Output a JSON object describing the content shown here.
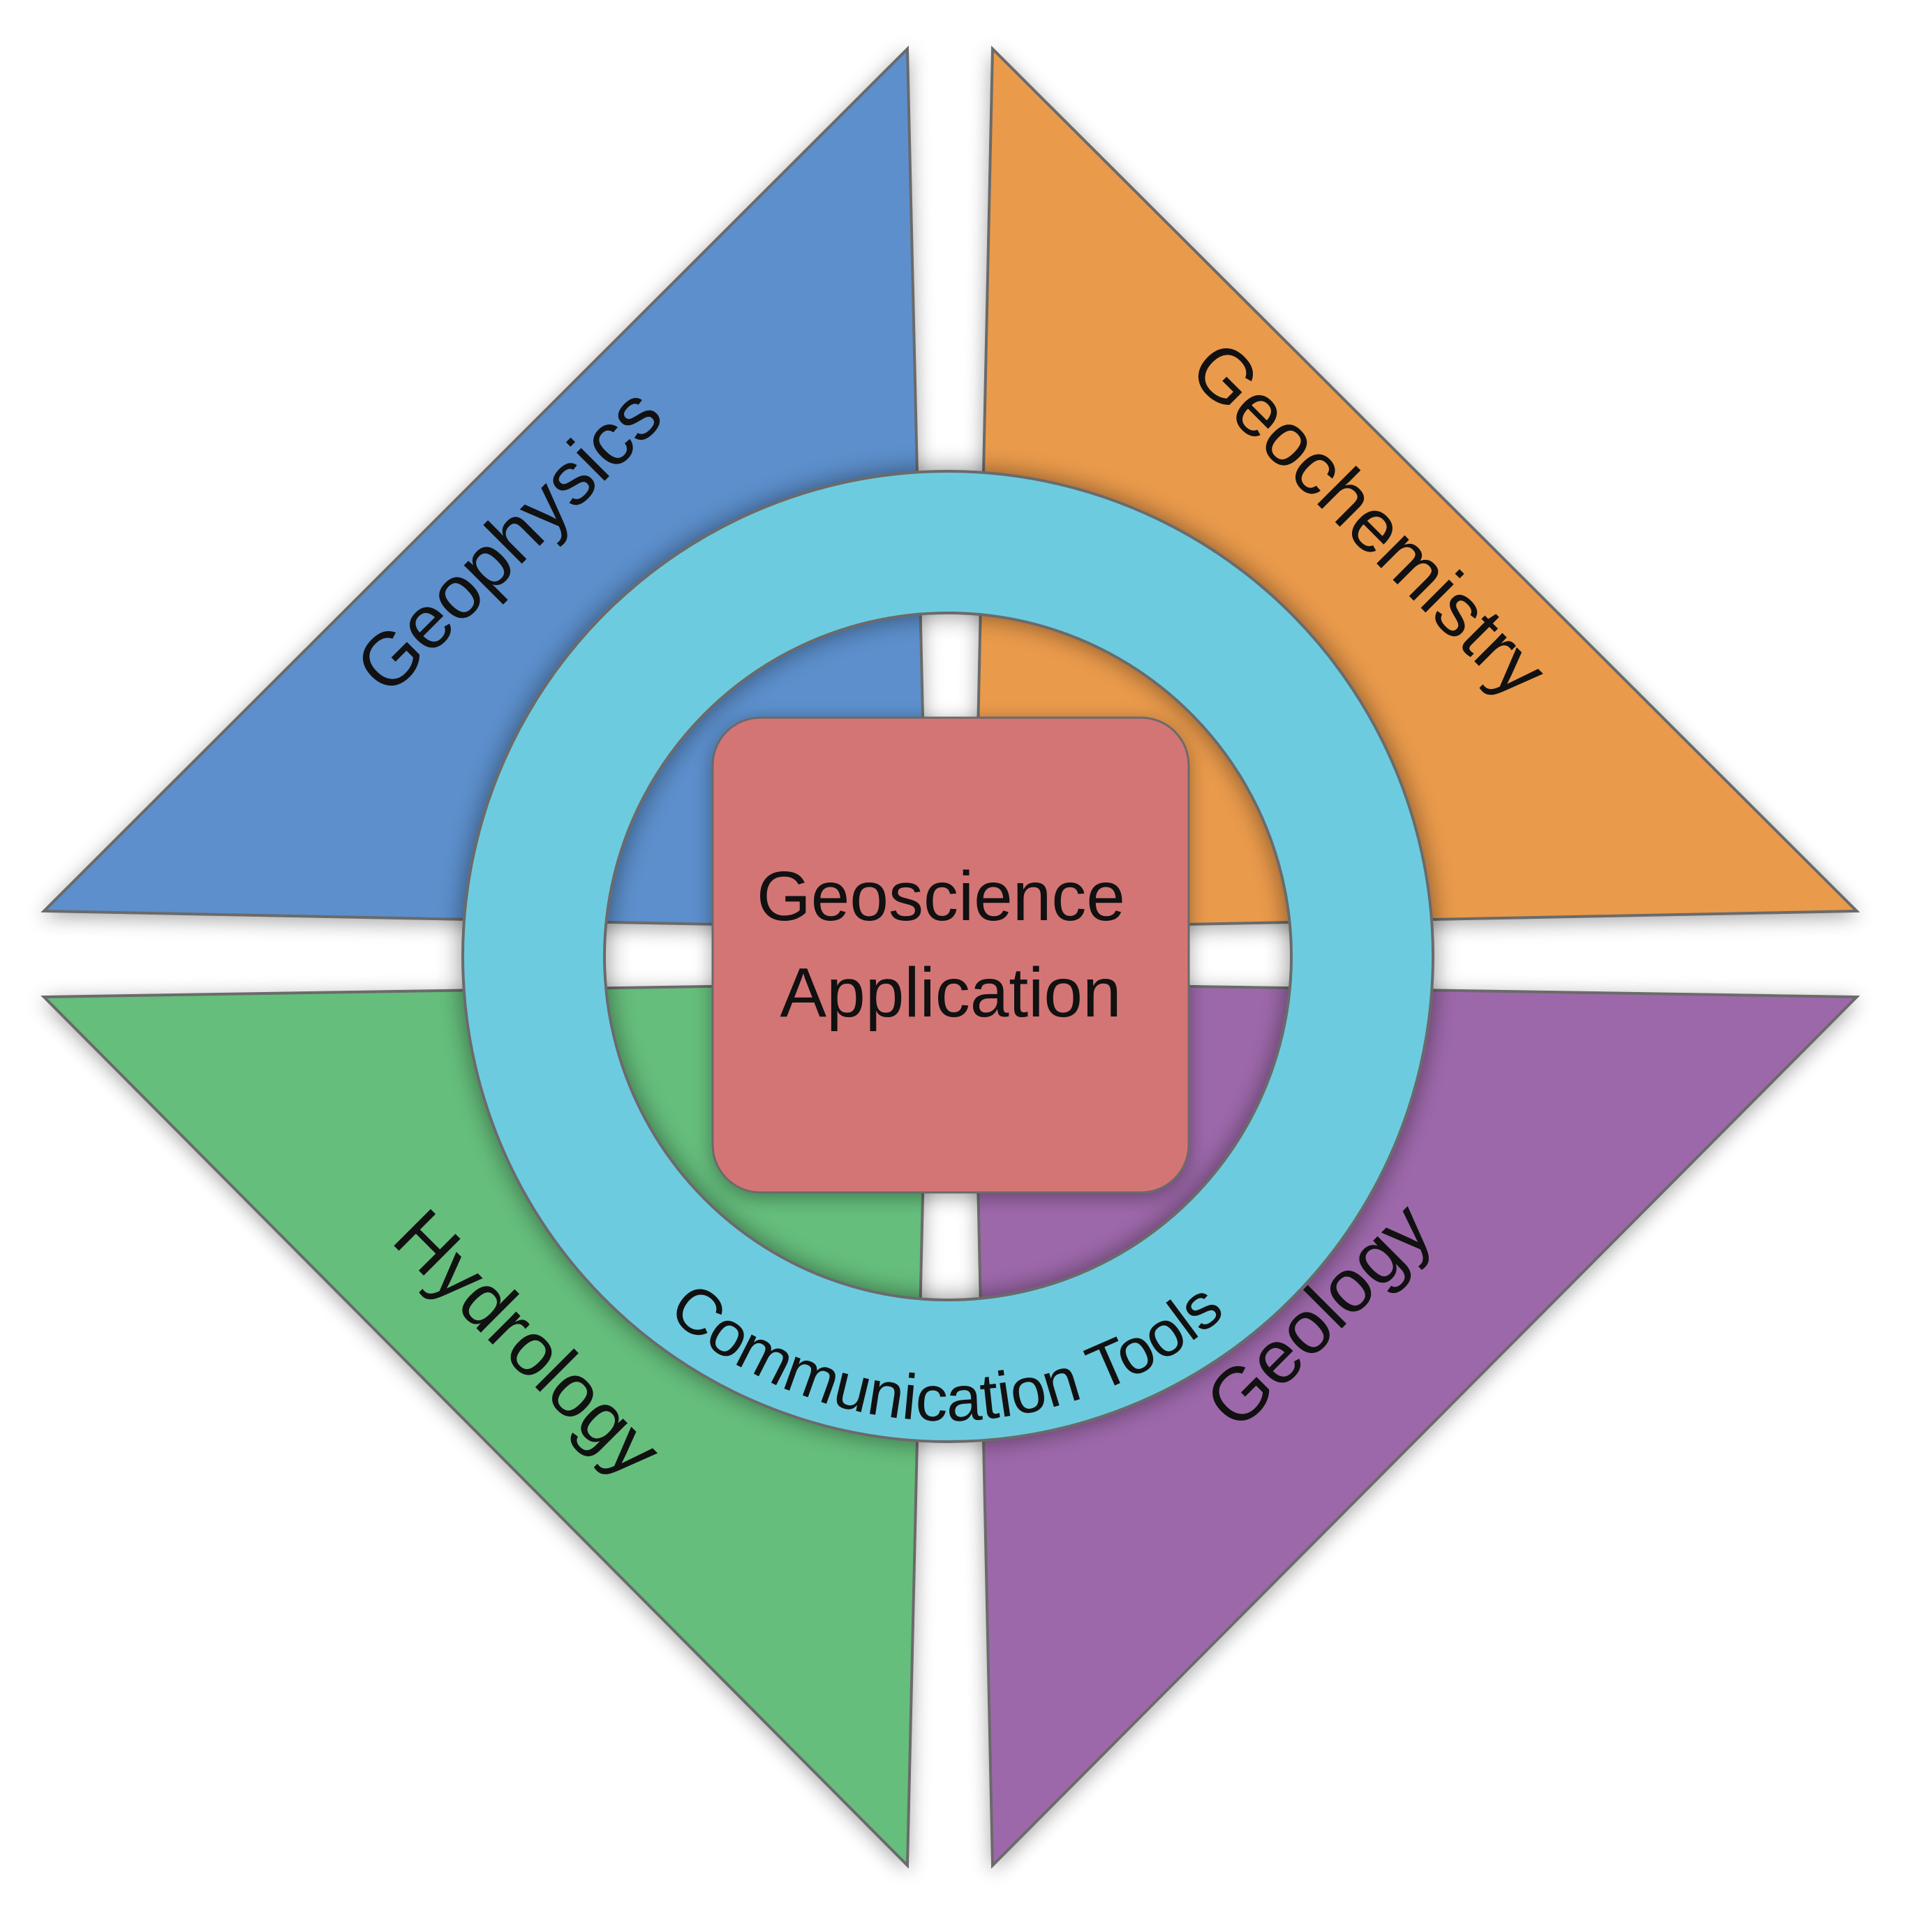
{
  "diagram": {
    "center": {
      "title_line1": "Geoscience",
      "title_line2": "Application"
    },
    "ring": {
      "label": "Communication Tools"
    },
    "quadrants": {
      "top_left": {
        "label": "Geophysics"
      },
      "top_right": {
        "label": "Geochemistry"
      },
      "bottom_left": {
        "label": "Hydrology"
      },
      "bottom_right": {
        "label": "Geology"
      }
    }
  },
  "colors": {
    "geophysics": "#5B8FCC",
    "geochemistry": "#EA9A4C",
    "hydrology": "#65BE7B",
    "geology": "#9D67AA",
    "ring": "#6DCBE0",
    "center": "#D47575",
    "outline": "#6a6a6a",
    "text": "#111111"
  }
}
